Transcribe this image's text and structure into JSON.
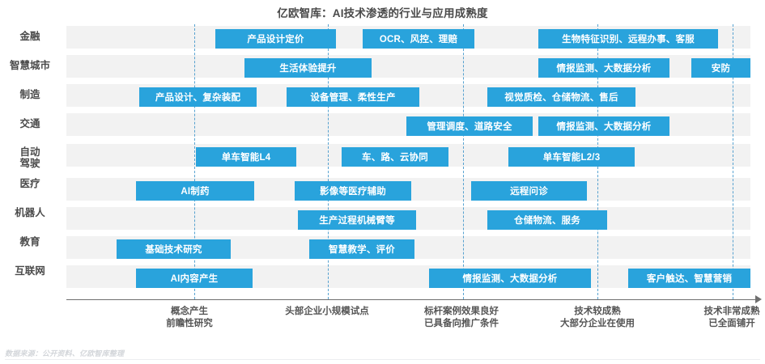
{
  "title": "亿欧智库：AI技术渗透的行业与应用成熟度",
  "footer": {
    "source": "数据来源：公开资料、亿欧智库整理"
  },
  "colors": {
    "box_fill": "#29a3dc",
    "row_band": "#f2f2f2",
    "gridline": "#3b93c9",
    "axis": "#6f6f6f",
    "title_text": "#4a4a4a"
  },
  "axis": {
    "stages": [
      {
        "line1": "概念产生",
        "line2": "前瞻性研究"
      },
      {
        "line1": "头部企业小规模试点",
        "line2": ""
      },
      {
        "line1": "标杆案例效果良好",
        "line2": "已具备向推广条件"
      },
      {
        "line1": "技术较成熟",
        "line2": "大部分企业在使用"
      },
      {
        "line1": "技术非常成熟",
        "line2": "已全面铺开"
      }
    ]
  },
  "rows": [
    {
      "label": "金融",
      "label_line2": "",
      "items": [
        {
          "text": "产品设计定价"
        },
        {
          "text": "OCR、风控、理赔"
        },
        {
          "text": "生物特征识别、远程办事、客服"
        }
      ]
    },
    {
      "label": "智慧城市",
      "label_line2": "",
      "items": [
        {
          "text": "生活体验提升"
        },
        {
          "text": "情报监测、大数据分析"
        },
        {
          "text": "安防"
        }
      ]
    },
    {
      "label": "制造",
      "label_line2": "",
      "items": [
        {
          "text": "产品设计、复杂装配"
        },
        {
          "text": "设备管理、柔性生产"
        },
        {
          "text": "视觉质检、仓储物流、售后"
        }
      ]
    },
    {
      "label": "交通",
      "label_line2": "",
      "items": [
        {
          "text": "管理调度、道路安全"
        },
        {
          "text": "情报监测、大数据分析"
        }
      ]
    },
    {
      "label": "自动",
      "label_line2": "驾驶",
      "items": [
        {
          "text": "单车智能L4"
        },
        {
          "text": "车、路、云协同"
        },
        {
          "text": "单车智能L2/3"
        }
      ]
    },
    {
      "label": "医疗",
      "label_line2": "",
      "items": [
        {
          "text": "AI制药"
        },
        {
          "text": "影像等医疗辅助"
        },
        {
          "text": "远程问诊"
        }
      ]
    },
    {
      "label": "机器人",
      "label_line2": "",
      "items": [
        {
          "text": "生产过程机械臂等"
        },
        {
          "text": "仓储物流、服务"
        }
      ]
    },
    {
      "label": "教育",
      "label_line2": "",
      "items": [
        {
          "text": "基础技术研究"
        },
        {
          "text": "智慧教学、评价"
        }
      ]
    },
    {
      "label": "互联网",
      "label_line2": "",
      "items": [
        {
          "text": "AI内容产生"
        },
        {
          "text": "情报监测、大数据分析"
        },
        {
          "text": "客户触达、智慧营销"
        }
      ]
    }
  ],
  "chart_data": {
    "type": "table",
    "title": "亿欧智库：AI技术渗透的行业与应用成熟度",
    "xlabel": "",
    "ylabel": "",
    "grid": true,
    "legend": "none",
    "x_stage_labels": [
      "概念产生 前瞻性研究",
      "头部企业小规模试点",
      "标杆案例效果良好 已具备向推广条件",
      "技术较成熟 大部分企业在使用",
      "技术非常成熟 已全面铺开"
    ],
    "categories": [
      "金融",
      "智慧城市",
      "制造",
      "交通",
      "自动驾驶",
      "医疗",
      "机器人",
      "教育",
      "互联网"
    ],
    "series": [
      {
        "name": "金融",
        "items": [
          {
            "label": "产品设计定价",
            "x_start": 184,
            "x_end": 333
          },
          {
            "label": "OCR、风控、理赔",
            "x_start": 366,
            "x_end": 504
          },
          {
            "label": "生物特征识别、远程办事、客服",
            "x_start": 583,
            "x_end": 805
          }
        ]
      },
      {
        "name": "智慧城市",
        "items": [
          {
            "label": "生活体验提升",
            "x_start": 220,
            "x_end": 377
          },
          {
            "label": "情报监测、大数据分析",
            "x_start": 583,
            "x_end": 745
          },
          {
            "label": "安防",
            "x_start": 772,
            "x_end": 845
          }
        ]
      },
      {
        "name": "制造",
        "items": [
          {
            "label": "产品设计、复杂装配",
            "x_start": 90,
            "x_end": 235
          },
          {
            "label": "设备管理、柔性生产",
            "x_start": 272,
            "x_end": 436
          },
          {
            "label": "视觉质检、仓储物流、售后",
            "x_start": 520,
            "x_end": 703
          }
        ]
      },
      {
        "name": "交通",
        "items": [
          {
            "label": "管理调度、道路安全",
            "x_start": 420,
            "x_end": 576
          },
          {
            "label": "情报监测、大数据分析",
            "x_start": 583,
            "x_end": 745
          }
        ]
      },
      {
        "name": "自动驾驶",
        "items": [
          {
            "label": "单车智能L4",
            "x_start": 160,
            "x_end": 284
          },
          {
            "label": "车、路、云协同",
            "x_start": 340,
            "x_end": 472
          },
          {
            "label": "单车智能L2/3",
            "x_start": 546,
            "x_end": 702
          }
        ]
      },
      {
        "name": "医疗",
        "items": [
          {
            "label": "AI制药",
            "x_start": 86,
            "x_end": 232
          },
          {
            "label": "影像等医疗辅助",
            "x_start": 282,
            "x_end": 426
          },
          {
            "label": "远程问诊",
            "x_start": 500,
            "x_end": 643
          }
        ]
      },
      {
        "name": "机器人",
        "items": [
          {
            "label": "生产过程机械臂等",
            "x_start": 286,
            "x_end": 432
          },
          {
            "label": "仓储物流、服务",
            "x_start": 520,
            "x_end": 668
          }
        ]
      },
      {
        "name": "教育",
        "items": [
          {
            "label": "基础技术研究",
            "x_start": 62,
            "x_end": 203
          },
          {
            "label": "智慧教学、评价",
            "x_start": 300,
            "x_end": 430
          }
        ]
      },
      {
        "name": "互联网",
        "items": [
          {
            "label": "AI内容产生",
            "x_start": 86,
            "x_end": 230
          },
          {
            "label": "情报监测、大数据分析",
            "x_start": 448,
            "x_end": 648
          },
          {
            "label": "客户触达、智慧营销",
            "x_start": 694,
            "x_end": 845
          }
        ]
      }
    ],
    "gridline_x": [
      158,
      323,
      490,
      656,
      823
    ]
  }
}
